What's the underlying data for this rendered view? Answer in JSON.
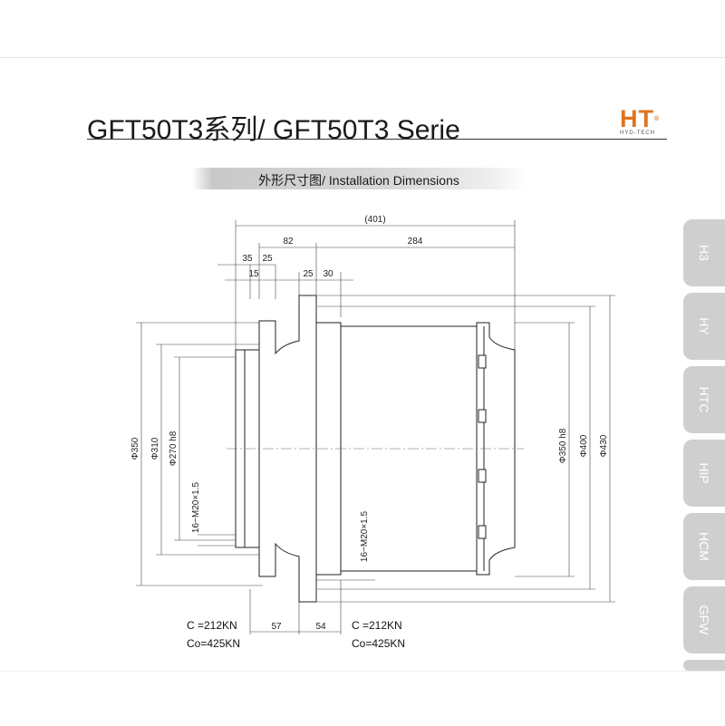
{
  "header": {
    "title": "GFT50T3系列/ GFT50T3 Serie",
    "logo_mark": "HT",
    "logo_reg": "®",
    "logo_sub": "HYD-TECH",
    "brand_color": "#e0731e"
  },
  "section": {
    "subtitle": "外形尺寸图/ Installation Dimensions"
  },
  "side_tabs": [
    {
      "label": "H3"
    },
    {
      "label": "HY"
    },
    {
      "label": "HTC"
    },
    {
      "label": "HIP"
    },
    {
      "label": "HCM"
    },
    {
      "label": "GFW"
    }
  ],
  "drawing": {
    "dims_top": {
      "overall": "(401)",
      "d82": "82",
      "d284": "284",
      "d35": "35",
      "d25a": "25",
      "d15": "15",
      "d25b": "25",
      "d30": "30"
    },
    "dims_left": {
      "d350": "Φ350",
      "d310": "Φ310",
      "d270": "Φ270 h8",
      "thread": "16−M20×1.5"
    },
    "dims_right": {
      "d350h8": "Φ350 h8",
      "d400": "Φ400",
      "d430": "Φ430",
      "thread": "16−M20×1.5"
    },
    "dims_bottom": {
      "d57": "57",
      "d54": "54"
    },
    "loads_left": {
      "c": "C  =212KN",
      "co": "Co=425KN"
    },
    "loads_right": {
      "c": "C  =212KN",
      "co": "Co=425KN"
    }
  }
}
